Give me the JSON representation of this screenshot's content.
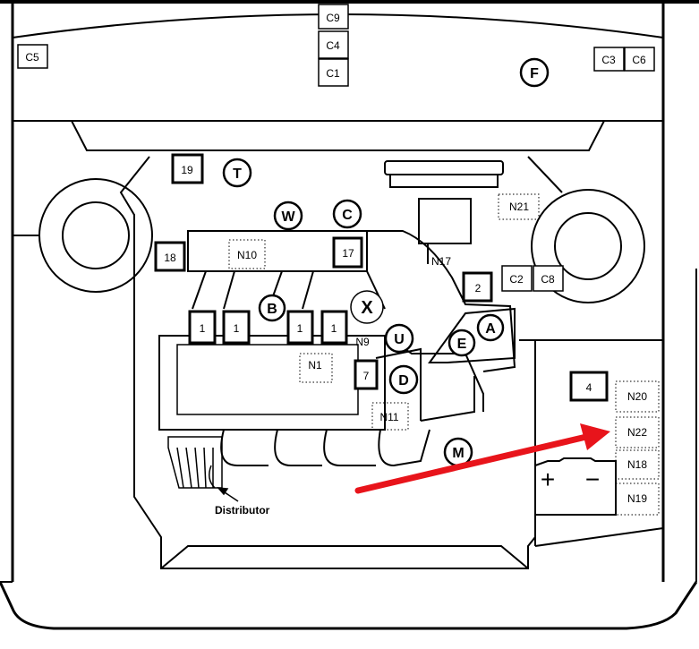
{
  "connector_labels": {
    "c9": "C9",
    "c4": "C4",
    "c1": "C1",
    "c5": "C5",
    "c3": "C3",
    "c6": "C6",
    "c2": "C2",
    "c8": "C8"
  },
  "node_labels": {
    "n10": "N10",
    "n17": "N17",
    "n21": "N21",
    "n9": "N9",
    "n1": "N1",
    "n11": "N11",
    "n20": "N20",
    "n22": "N22",
    "n18": "N18",
    "n19": "N19"
  },
  "numbered_boxes": {
    "b19": "19",
    "b18": "18",
    "b17": "17",
    "b2": "2",
    "b1a": "1",
    "b1b": "1",
    "b1c": "1",
    "b1d": "1",
    "b7": "7",
    "b4": "4"
  },
  "circled_letters": {
    "f": "F",
    "t": "T",
    "w": "W",
    "c": "C",
    "b": "B",
    "x": "X",
    "u": "U",
    "a": "A",
    "e": "E",
    "d": "D",
    "m": "M"
  },
  "battery": {
    "plus": "+",
    "minus": "−"
  },
  "callout": {
    "distributor": "Distributor"
  },
  "colors": {
    "line": "#000000",
    "arrow": "#e8141b",
    "background": "#ffffff"
  }
}
